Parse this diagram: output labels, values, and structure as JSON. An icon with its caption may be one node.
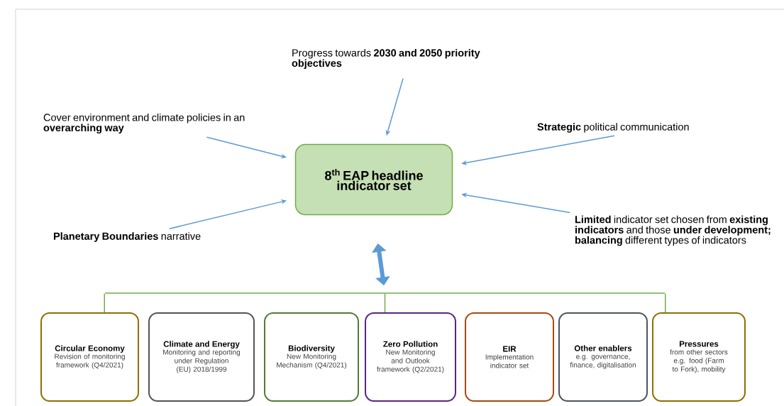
{
  "diagram": {
    "nodes": [
      {
        "text": [
          "Progress towards **2030 and 2050 priority objectives**"
        ]
      },
      {
        "text": [
          "Cover environment and climate policies in an **overarching way**"
        ]
      },
      {
        "text": [
          "**Strategic** political communication"
        ]
      },
      {
        "text": [
          "8$^{th}$ EAP headline indicator set"
        ]
      },
      {
        "text": [
          "**Planetary Boundaries** narrative"
        ]
      },
      {
        "text": [
          "**Limited** indicator set chosen from **existing indicators** and those **under development; balancing** different types of indicators"
        ]
      },
      {
        "text": [],
        "shape": "bar"
      },
      {
        "text": [
          "Circular Economy",
          "Revision of monitoring framework (Q4/2021)"
        ]
      },
      {
        "text": [
          "Climate and Energy",
          "Monitoring and reporting under Regulation (EU) 2018/1999"
        ]
      },
      {
        "text": [
          "Biodiversity",
          "New Monitoring Mechanism (Q4/2021)"
        ]
      },
      {
        "text": [
          "Zero Pollution",
          "New Monitoring and Outlook framework (Q2/2021)"
        ]
      },
      {
        "text": [
          "EIR",
          "Implementation indicator set"
        ]
      },
      {
        "text": [
          "Other enablers",
          "e.g. governance, finance, digitalisation"
        ]
      },
      {
        "text": [
          "Pressures",
          "from other sectors e.g. food (Farm to Fork), mobility"
        ]
      }
    ],
    "edges": [
      {
        "from": 0,
        "to": 3,
        "arrow": "to"
      },
      {
        "from": 1,
        "to": 3,
        "arrow": "to"
      },
      {
        "from": 2,
        "to": 3,
        "arrow": "to"
      },
      {
        "from": 4,
        "to": 3,
        "arrow": "to"
      },
      {
        "from": 5,
        "to": 3,
        "arrow": "to"
      },
      {
        "from": 3,
        "to": 6,
        "arrow": "both",
        "style": "thick"
      },
      {
        "from": 6,
        "to": 7,
        "arrow": "none",
        "color": "#70ad47"
      },
      {
        "from": 6,
        "to": 10,
        "arrow": "none",
        "color": "#70ad47"
      },
      {
        "from": 6,
        "to": 13,
        "arrow": "none",
        "color": "#70ad47"
      }
    ]
  }
}
